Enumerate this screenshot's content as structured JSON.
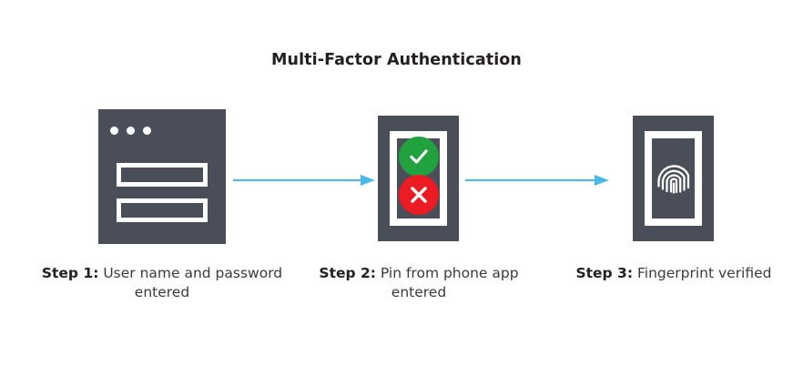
{
  "diagram": {
    "title": "Multi-Factor Authentication",
    "background_color": "#ffffff",
    "icon_color": "#4a4e59",
    "arrow_color": "#4ab8e8",
    "approved_color": "#22a23f",
    "denied_color": "#ed1c24",
    "title_color": "#231f20",
    "caption_color": "#3a3a3a"
  },
  "steps": [
    {
      "label": "Step 1:",
      "text": "User name and password entered",
      "icon": "login-window-icon",
      "fields": [
        {
          "name": "username-field"
        },
        {
          "name": "password-field"
        }
      ],
      "window_dots": 3
    },
    {
      "label": "Step 2:",
      "text": "Pin from phone app entered",
      "icon": "phone-pin-icon",
      "status": [
        {
          "name": "approved",
          "symbol": "check"
        },
        {
          "name": "denied",
          "symbol": "cross"
        }
      ]
    },
    {
      "label": "Step 3:",
      "text": "Fingerprint verified",
      "icon": "phone-fingerprint-icon"
    }
  ],
  "connectors": [
    {
      "name": "arrow-step1-to-step2"
    },
    {
      "name": "arrow-step2-to-step3"
    }
  ]
}
